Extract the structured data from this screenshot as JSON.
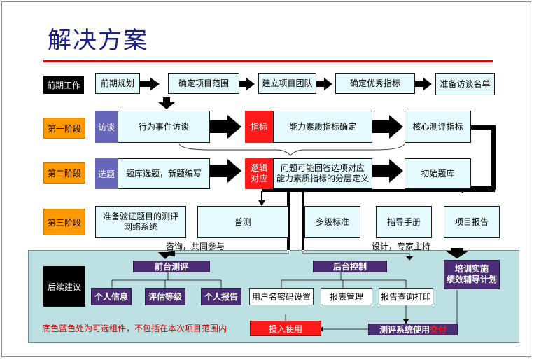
{
  "title": "解决方案",
  "rows": {
    "prework": {
      "label": "前期工作",
      "steps": [
        "前期规划",
        "确定项目范围",
        "建立项目团队",
        "确定优秀指标",
        "准备访谈名单"
      ]
    },
    "stage1": {
      "label": "第一阶段",
      "tag1": "访谈",
      "box1": "行为事件访谈",
      "tag2": "指标",
      "box2": "能力素质指标确定",
      "box3": "核心测评指标"
    },
    "stage2": {
      "label": "第二阶段",
      "tag1": "选题",
      "box1": "题库选题，新题编写",
      "tag2_line1": "逻辑",
      "tag2_line2": "对应",
      "box2_line1": "问题可能回答选项对应",
      "box2_line2": "能力素质指标的分层定义",
      "box3": "初始题库"
    },
    "stage3": {
      "label": "第三阶段",
      "box1_line1": "准备验证题目的测评",
      "box1_line2": "网络系统",
      "boxes": [
        "普测",
        "多级标准",
        "指导手册",
        "项目报告"
      ]
    }
  },
  "followup": {
    "label": "后续建议",
    "left_caption": "咨询，共同参与",
    "right_caption": "设计，专家主持",
    "front": {
      "title": "前台测评",
      "items": [
        "个人信息",
        "评估等级",
        "个人报告"
      ]
    },
    "back": {
      "title": "后台控制",
      "items": [
        "用户名密码设置",
        "报表管理",
        "报告查询打印"
      ]
    },
    "training_line1": "培训实施",
    "training_line2": "绩效辅导计划",
    "note": "底色蓝色处为可选组件，不包括在本次项目范围内",
    "use_button": "投入使用",
    "handover_text": "测评系统使用",
    "handover_red": "交付"
  },
  "colors": {
    "title": "#1b1f8a",
    "accent_red": "#e00000",
    "stage_orange": "#ff9900",
    "purple": "#4a2d72",
    "teal_bg": "#bde1e3"
  }
}
